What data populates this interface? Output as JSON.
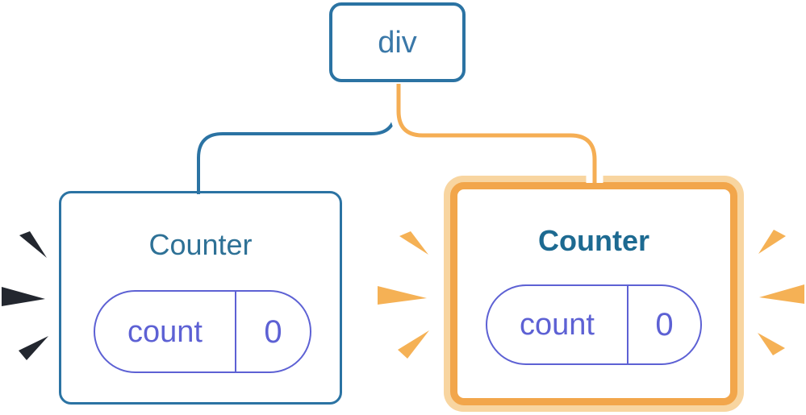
{
  "root_node": {
    "label": "div"
  },
  "left_counter": {
    "title": "Counter",
    "state": {
      "name": "count",
      "value": "0"
    }
  },
  "right_counter": {
    "title": "Counter",
    "state": {
      "name": "count",
      "value": "0"
    }
  },
  "colors": {
    "node_border_blue": "#2b73a3",
    "node_text_blue": "#3a78a8",
    "counter_title_blue": "#2e7196",
    "counter_title_blue_bold": "#1d6a91",
    "state_purple": "#5d61d4",
    "connector_blue": "#2b73a3",
    "connector_orange": "#f5ae54",
    "connector_halo": "#ffffff",
    "highlight_border_inner": "#f2a64b",
    "highlight_border_outer": "#f8d5a0",
    "spark_dark": "#23272f",
    "spark_orange": "#f5b155"
  }
}
